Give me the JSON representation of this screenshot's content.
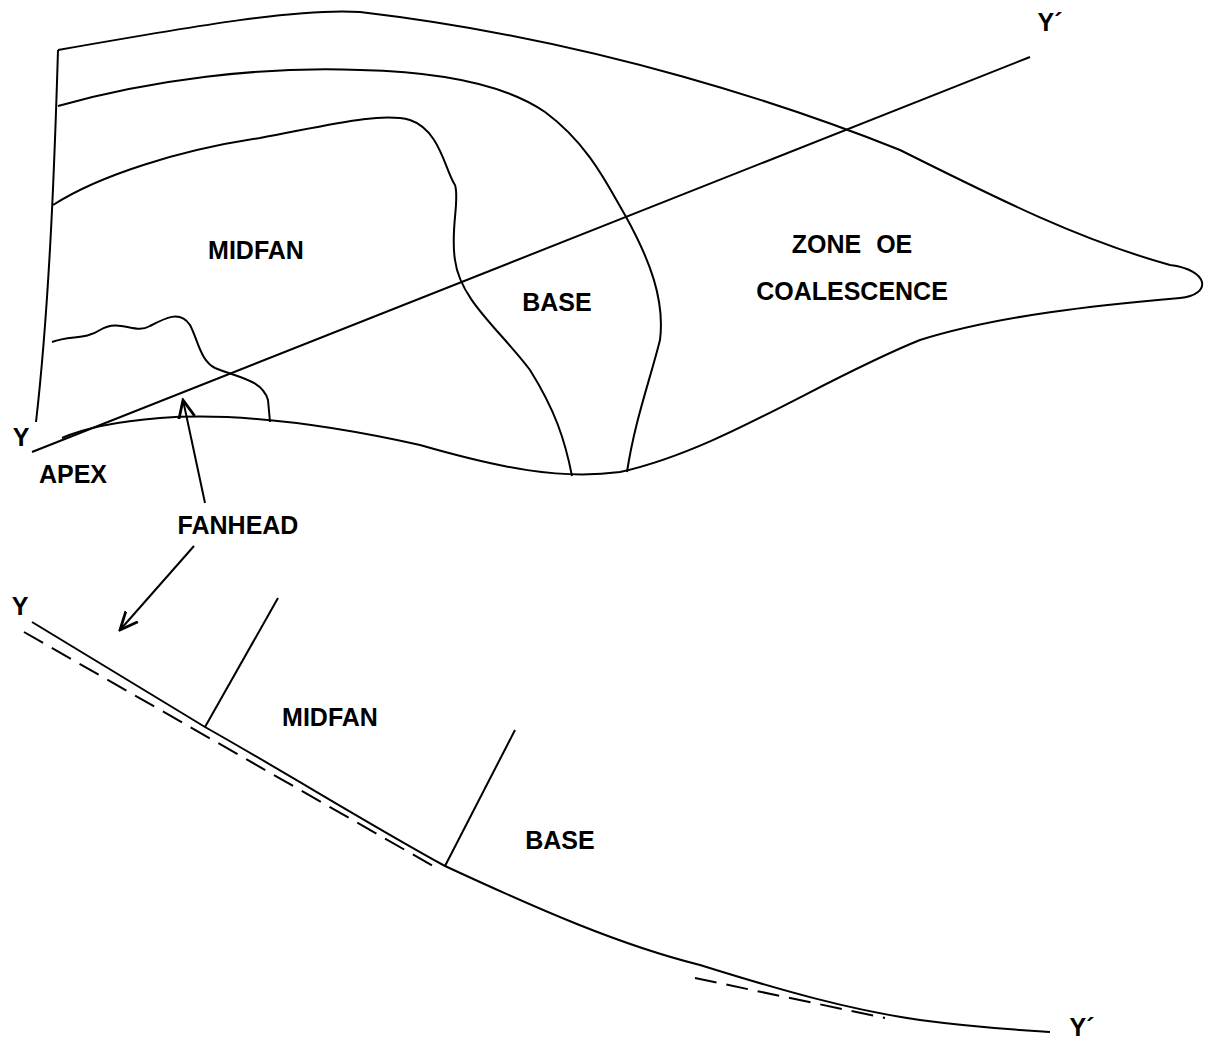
{
  "diagram": {
    "labels": [
      "MIDFAN",
      "BASE",
      "ZONE OE COALESCENCE",
      "Y",
      "APEX",
      "FANHEAD",
      "Y´",
      "Y",
      "MIDFAN",
      "BASE",
      "Y´"
    ]
  }
}
